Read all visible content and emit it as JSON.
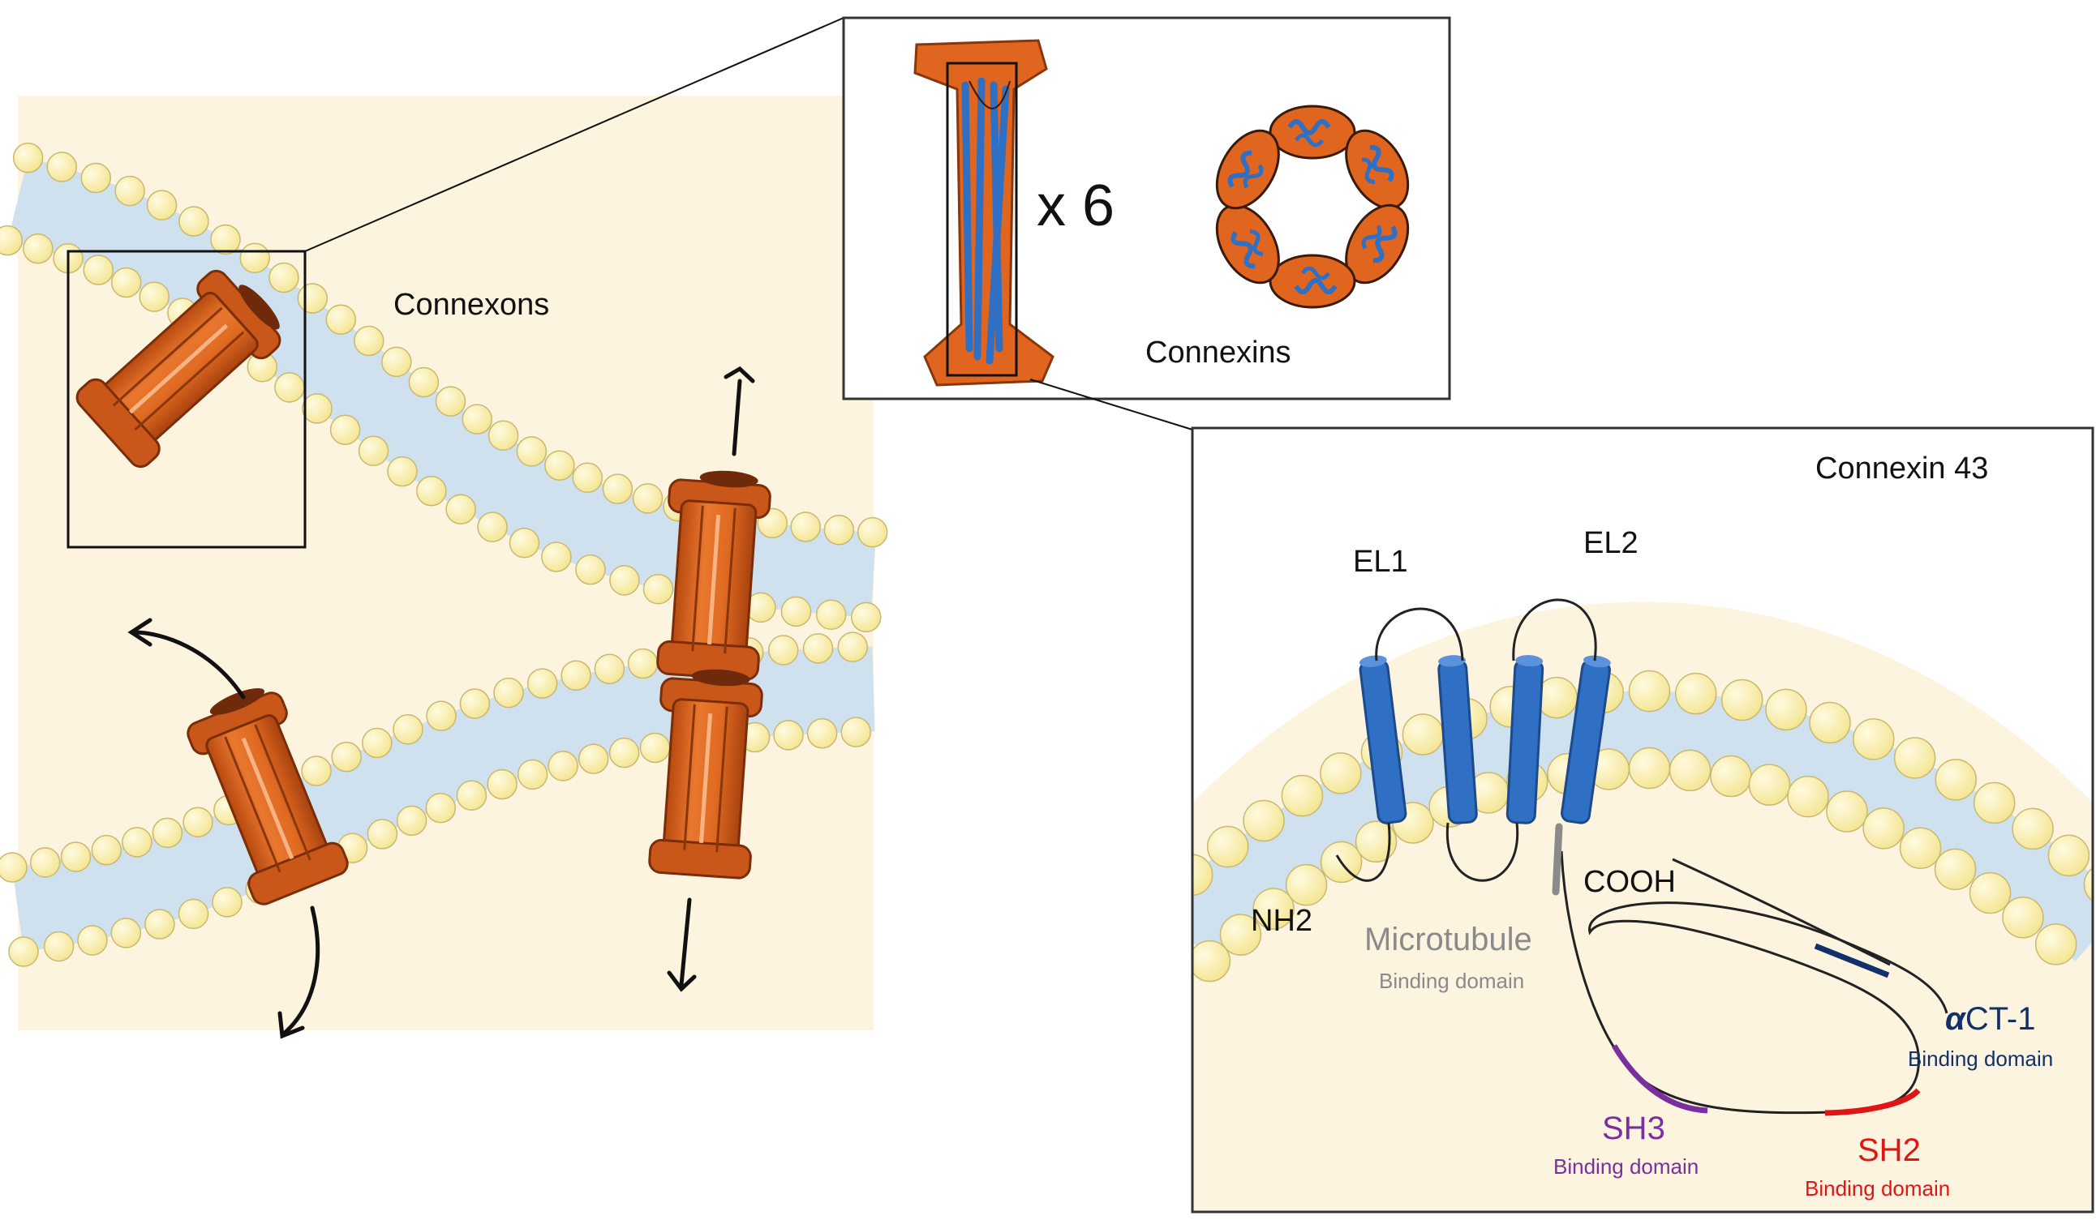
{
  "labels": {
    "connexons": "Connexons",
    "times_six": "x 6",
    "connexins": "Connexins",
    "connexin43": "Connexin 43",
    "el1": "EL1",
    "el2": "EL2",
    "nh2": "NH2",
    "cooh": "COOH",
    "microtubule": "Microtubule",
    "microtubule_sub": "Binding domain",
    "act1_symbol": "α",
    "act1": "CT-1",
    "act1_sub": "Binding domain",
    "sh3": "SH3",
    "sh3_sub": "Binding domain",
    "sh2": "SH2",
    "sh2_sub": "Binding domain"
  },
  "colors": {
    "cytoplasm": "#fdf4df",
    "lipid_head": "#fdf0a8",
    "lipid_head_edge": "#c9b870",
    "tail_band": "#cfe1ee",
    "connexon_orange": "#e0661f",
    "connexon_dark": "#a8420f",
    "helix_blue": "#2f6fc4",
    "microtubule_gray": "#8a8a8a",
    "act1_navy": "#13306b",
    "sh3_purple": "#7a2fa0",
    "sh2_red": "#e01616"
  }
}
